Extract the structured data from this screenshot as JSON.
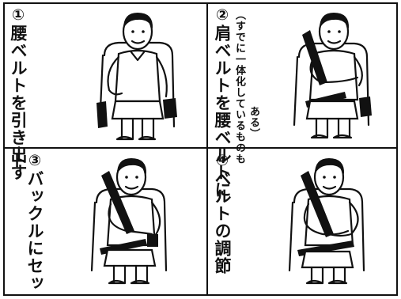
{
  "panels": [
    {
      "number": "①",
      "label": "腰ベルトを引き出す"
    },
    {
      "number": "②",
      "label": "肩ベルトを腰ベルトに",
      "note": "（すでに一体化しているものも",
      "note_tail": "ある）"
    },
    {
      "number": "③",
      "label": "バックルにセット"
    },
    {
      "number": "④",
      "label": "ベルトの調節"
    }
  ],
  "colors": {
    "ink": "#111111",
    "background": "#ffffff"
  }
}
